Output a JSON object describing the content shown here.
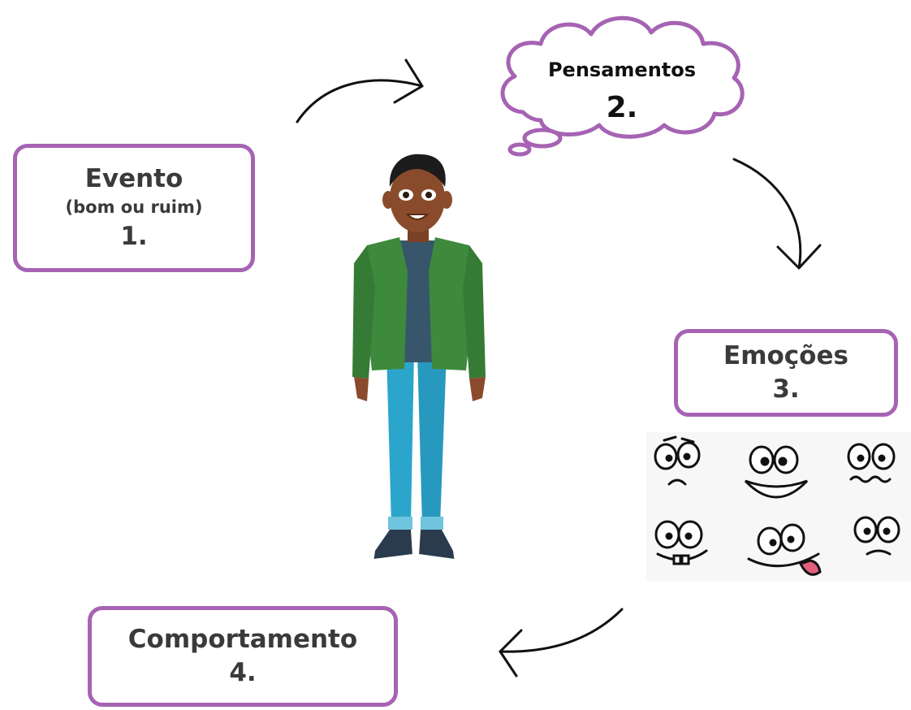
{
  "nodes": {
    "evento": {
      "title": "Evento",
      "subtitle": "(bom ou ruim)",
      "number": "1."
    },
    "pensamentos": {
      "title": "Pensamentos",
      "number": "2."
    },
    "emocoes": {
      "title": "Emoções",
      "number": "3."
    },
    "comportamento": {
      "title": "Comportamento",
      "number": "4."
    }
  },
  "colors": {
    "border": "#a663b3",
    "text": "#3a3a3a",
    "jacket": "#3d8a3c",
    "pants": "#2ba5cc",
    "skin": "#8a4b2c"
  },
  "illustrations": {
    "person": "person-illustration",
    "faces": [
      "face-scared",
      "face-grin",
      "face-wavy",
      "face-buck-teeth",
      "face-tongue",
      "face-unsure"
    ]
  }
}
